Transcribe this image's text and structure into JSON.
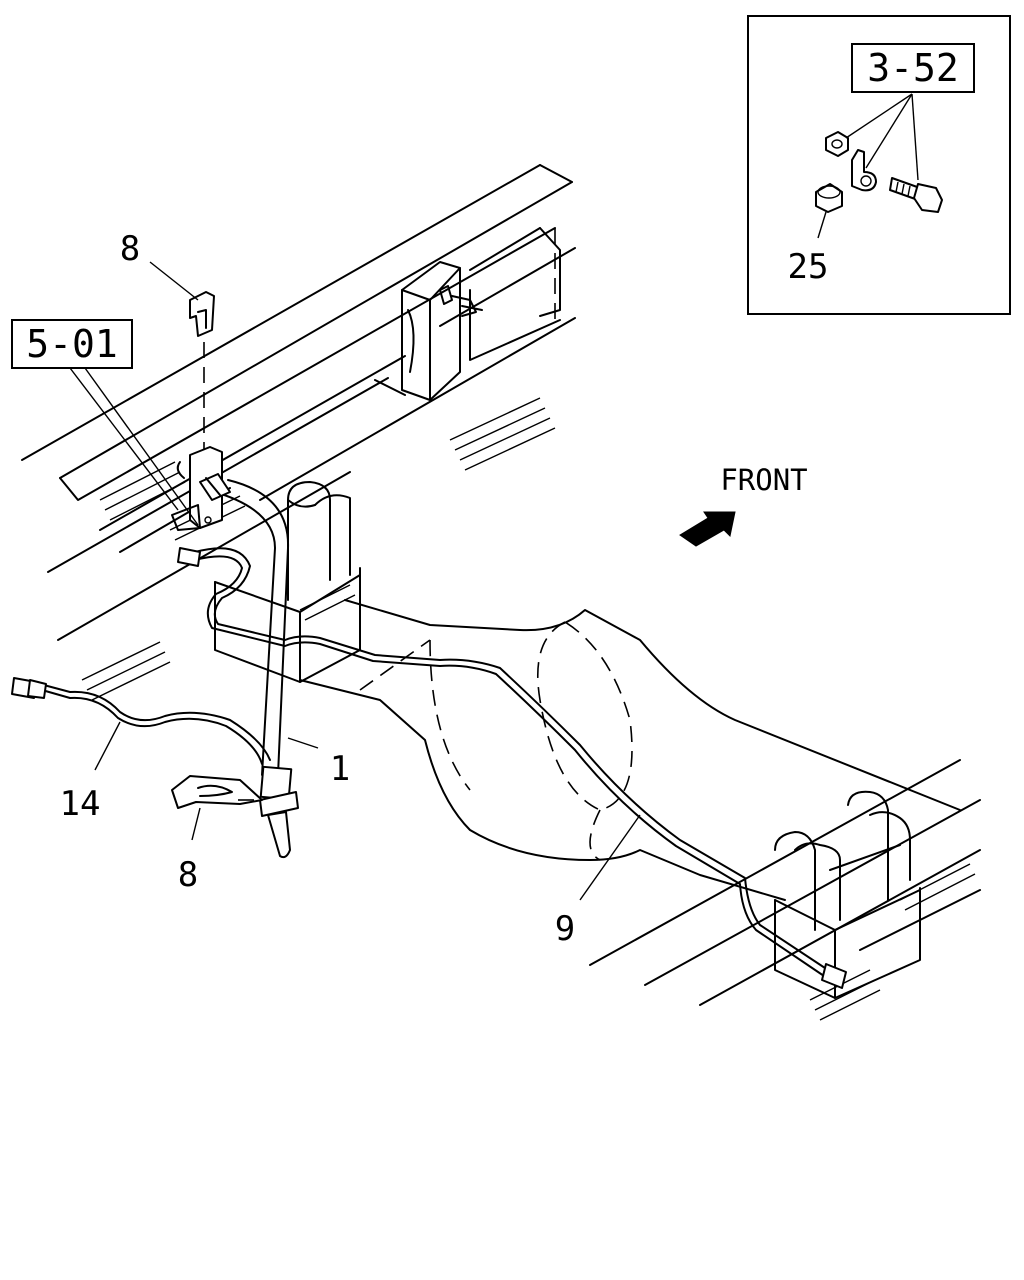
{
  "callouts": {
    "part_1": "1",
    "part_8_top": "8",
    "part_8_bottom": "8",
    "part_9": "9",
    "part_14": "14",
    "part_25": "25"
  },
  "reference_boxes": {
    "ref_5_01": "5-01",
    "ref_3_52": "3-52"
  },
  "direction_label": "FRONT",
  "icons": [
    "front-arrow-icon"
  ]
}
